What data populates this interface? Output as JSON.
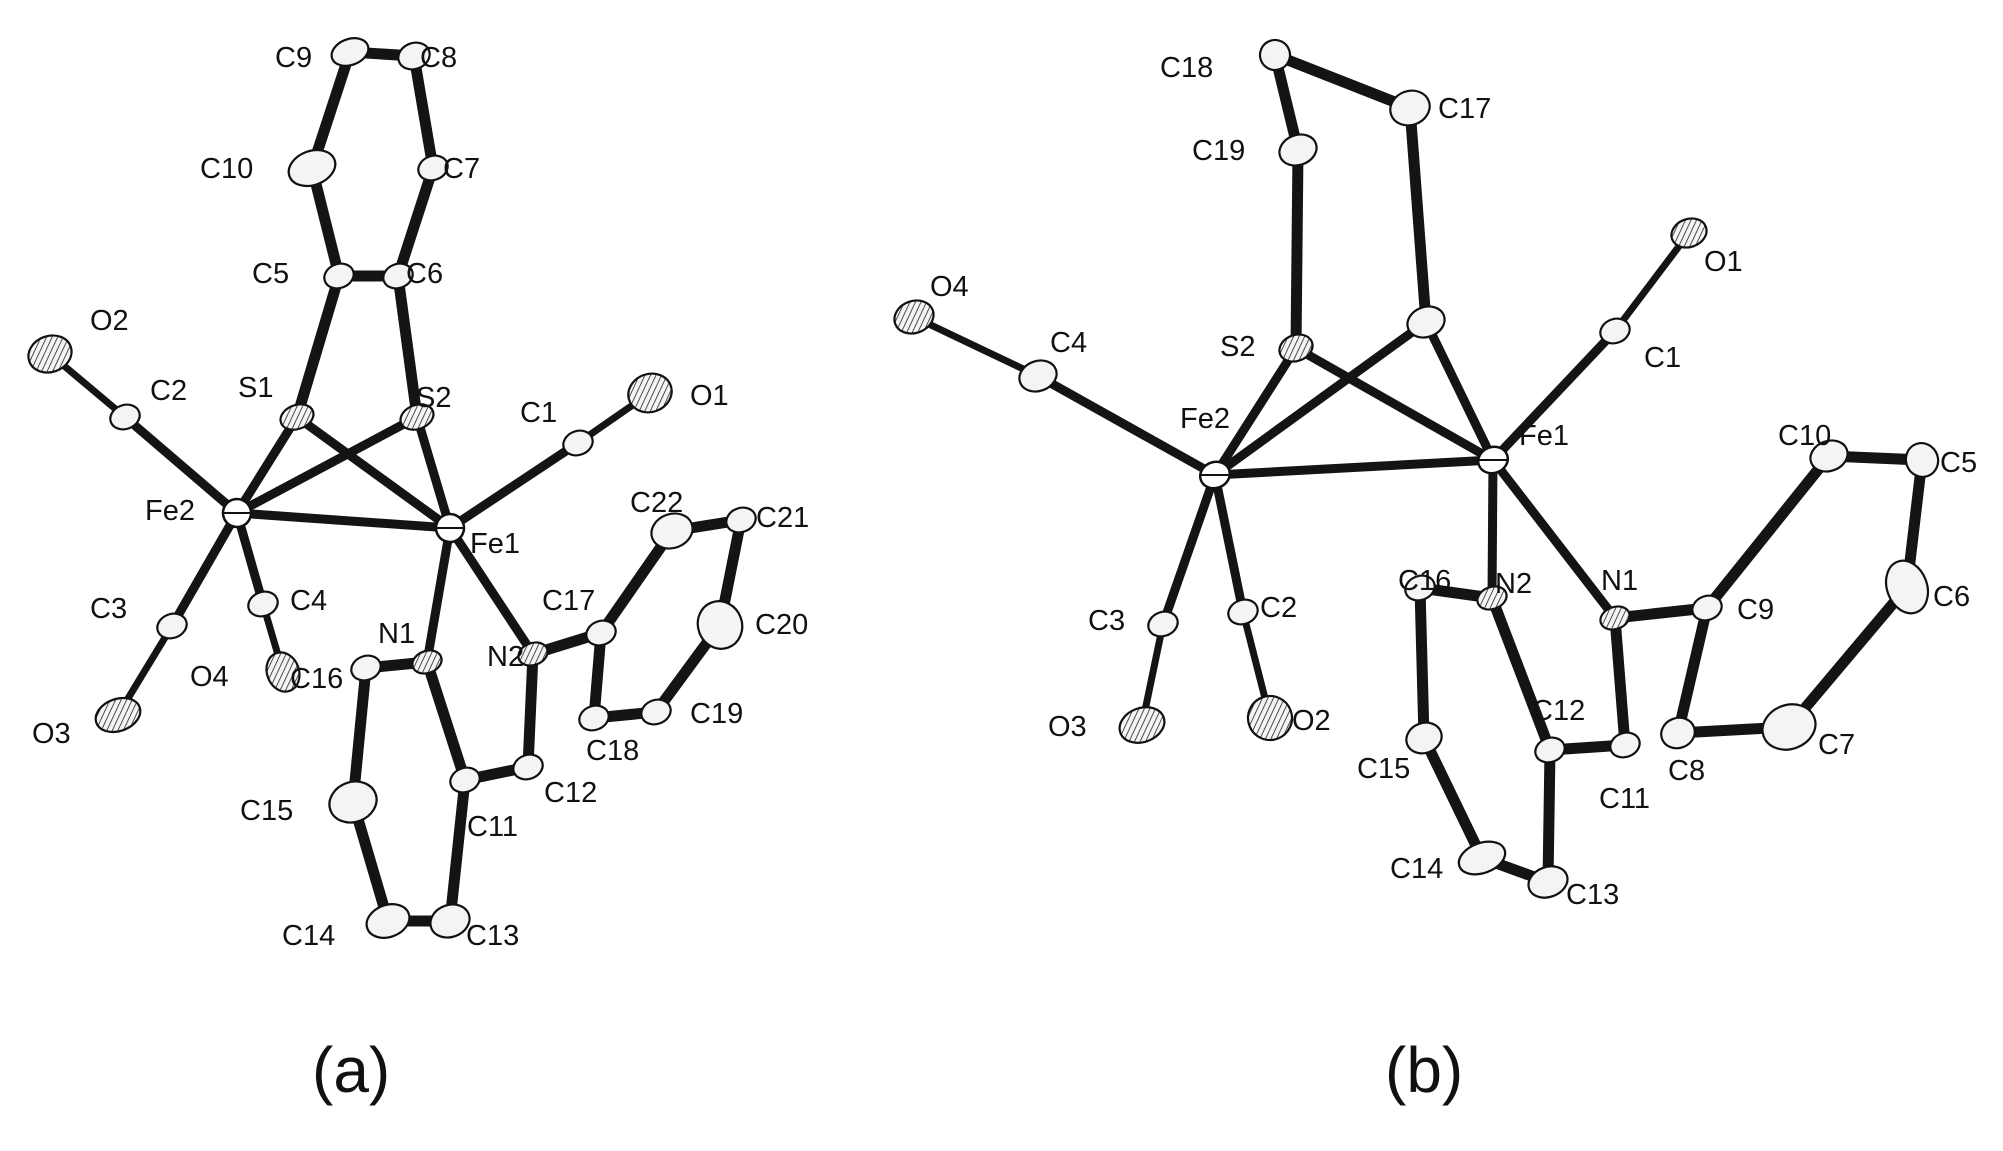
{
  "panels": [
    {
      "caption": "(a)",
      "labels": [
        "C9",
        "C8",
        "C10",
        "C7",
        "C5",
        "C6",
        "O2",
        "C2",
        "S1",
        "S2",
        "C1",
        "O1",
        "Fe2",
        "Fe1",
        "C22",
        "C21",
        "C17",
        "C3",
        "C4",
        "N1",
        "N2",
        "C20",
        "O3",
        "O4",
        "C16",
        "C18",
        "C19",
        "C12",
        "C15",
        "C11",
        "C14",
        "C13"
      ]
    },
    {
      "caption": "(b)",
      "labels": [
        "C18",
        "C17",
        "C19",
        "O1",
        "O4",
        "C4",
        "S2",
        "C1",
        "Fe2",
        "Fe1",
        "C10",
        "C5",
        "C16",
        "N2",
        "N1",
        "C9",
        "C6",
        "C3",
        "C2",
        "O3",
        "O2",
        "C12",
        "C15",
        "C11",
        "C8",
        "C7",
        "C14",
        "C13"
      ]
    }
  ]
}
